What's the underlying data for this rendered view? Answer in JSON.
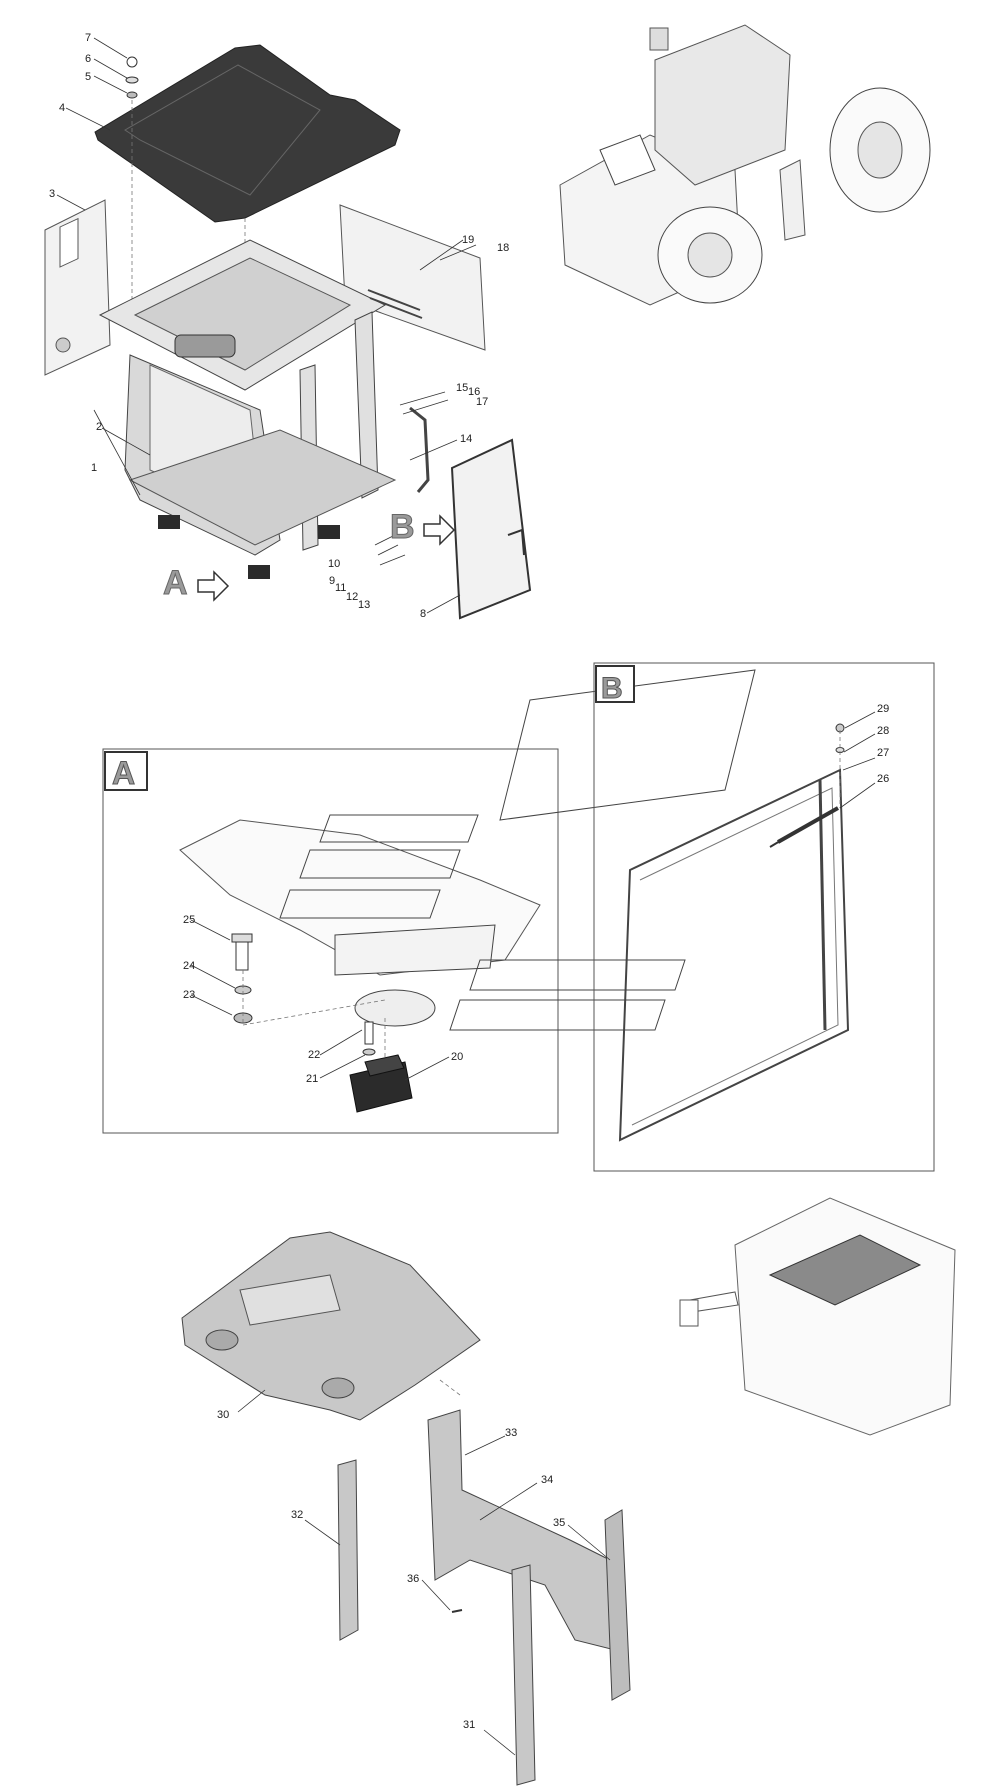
{
  "views": {
    "a": {
      "letter": "A"
    },
    "b": {
      "letter": "B"
    }
  },
  "callouts": {
    "p1": "1",
    "p2": "2",
    "p3": "3",
    "p4": "4",
    "p5": "5",
    "p6": "6",
    "p7": "7",
    "p8": "8",
    "p9": "9",
    "p10": "10",
    "p11": "11",
    "p12": "12",
    "p13": "13",
    "p14": "14",
    "p15": "15",
    "p16": "16",
    "p17": "17",
    "p18": "18",
    "p19": "19",
    "p20": "20",
    "p21": "21",
    "p22": "22",
    "p23": "23",
    "p24": "24",
    "p25": "25",
    "p26": "26",
    "p27": "27",
    "p28": "28",
    "p29": "29",
    "p30": "30",
    "p31": "31",
    "p32": "32",
    "p33": "33",
    "p34": "34",
    "p35": "35",
    "p36": "36"
  },
  "colors": {
    "roof_mat": "#3a3a3a",
    "cab_body": "#d9d9d9",
    "glass": "#f2f2f2",
    "panel": "#c8c8c8",
    "arrow_letter": "#9a9a9a",
    "mount": "#2b2b2b"
  }
}
